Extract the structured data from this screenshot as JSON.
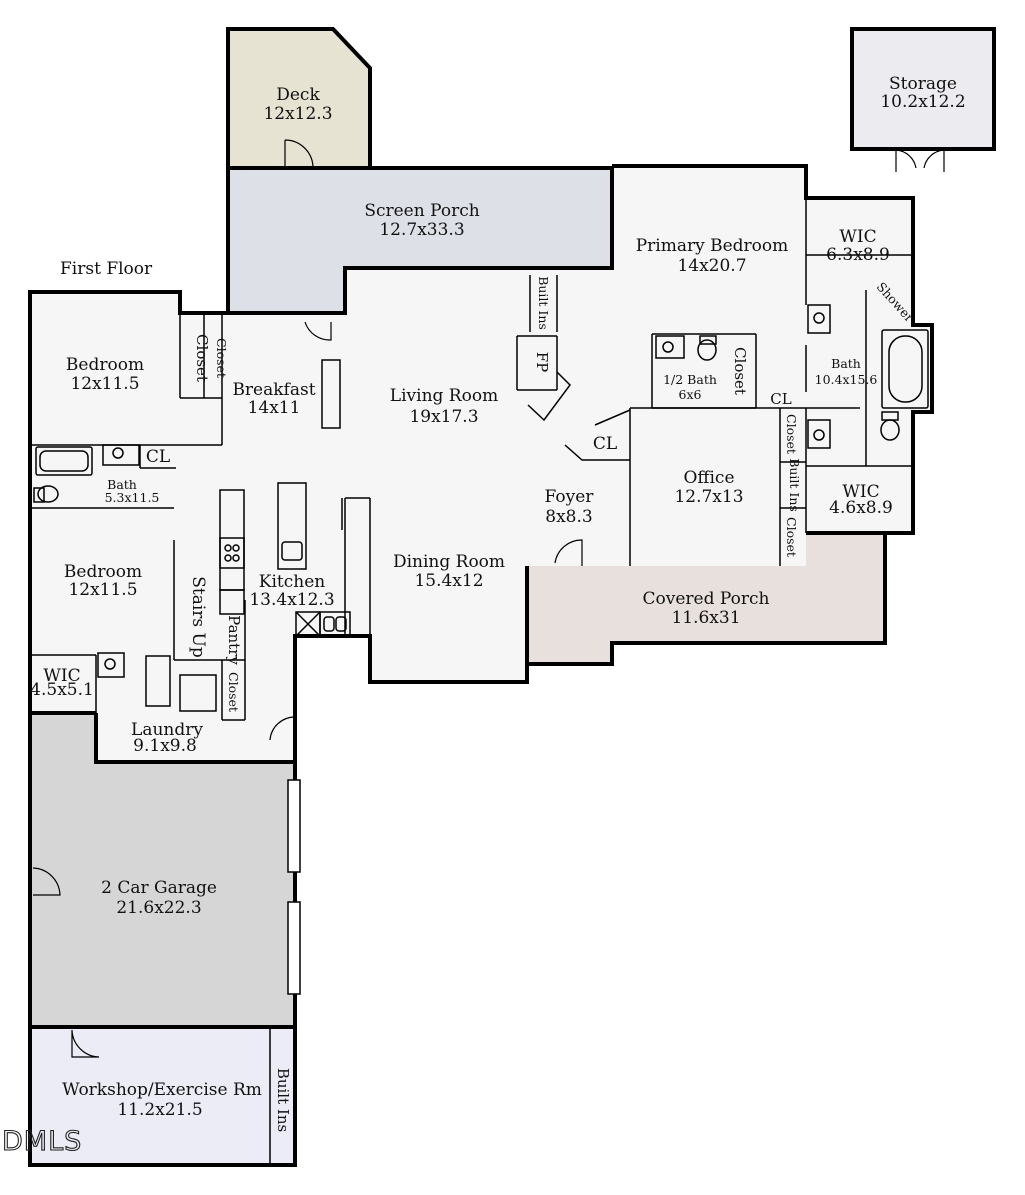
{
  "floor_title": "First Floor",
  "watermark": "DMLS",
  "colors": {
    "deck": "#e6e3d2",
    "screen_porch": "#dde0e7",
    "covered_porch": "#e8e0dc",
    "garage": "#d6d6d6",
    "workshop": "#ececf6",
    "interior": "#f6f6f6",
    "wall": "#000000"
  },
  "rooms": {
    "deck": {
      "name": "Deck",
      "dim": "12x12.3"
    },
    "storage": {
      "name": "Storage",
      "dim": "10.2x12.2"
    },
    "screen_porch": {
      "name": "Screen Porch",
      "dim": "12.7x33.3"
    },
    "primary_bedroom": {
      "name": "Primary Bedroom",
      "dim": "14x20.7"
    },
    "wic_top": {
      "name": "WIC",
      "dim": "6.3x8.9"
    },
    "shower": {
      "name": "Shower"
    },
    "bedroom_top": {
      "name": "Bedroom",
      "dim": "12x11.5"
    },
    "closet_a": {
      "name": "Closet"
    },
    "closet_b": {
      "name": "Closet"
    },
    "breakfast": {
      "name": "Breakfast",
      "dim": "14x11"
    },
    "built_ins_living": {
      "name": "Built Ins"
    },
    "fp": {
      "name": "FP"
    },
    "living_room": {
      "name": "Living Room",
      "dim": "19x17.3"
    },
    "half_bath": {
      "name": "1/2 Bath",
      "dim": "6x6"
    },
    "closet_primary": {
      "name": "Closet"
    },
    "primary_bath": {
      "name": "Bath",
      "dim": "10.4x15.6"
    },
    "cl_primary": {
      "name": "CL"
    },
    "closet_office": {
      "name": "Closet"
    },
    "cl_bath": {
      "name": "CL"
    },
    "bath": {
      "name": "Bath",
      "dim": "5.3x11.5"
    },
    "cl_foyer": {
      "name": "CL"
    },
    "office": {
      "name": "Office",
      "dim": "12.7x13"
    },
    "built_ins_office": {
      "name": "Built Ins"
    },
    "wic_right": {
      "name": "WIC",
      "dim": "4.6x8.9"
    },
    "foyer": {
      "name": "Foyer",
      "dim": "8x8.3"
    },
    "closet_office_b": {
      "name": "Closet"
    },
    "bedroom_bottom": {
      "name": "Bedroom",
      "dim": "12x11.5"
    },
    "stairs": {
      "name": "Stairs Up"
    },
    "kitchen": {
      "name": "Kitchen",
      "dim": "13.4x12.3"
    },
    "dining_room": {
      "name": "Dining Room",
      "dim": "15.4x12"
    },
    "covered_porch": {
      "name": "Covered Porch",
      "dim": "11.6x31"
    },
    "pantry": {
      "name": "Pantry"
    },
    "wic_left": {
      "name": "WIC",
      "dim": "4.5x5.1"
    },
    "closet_laundry": {
      "name": "Closet"
    },
    "laundry": {
      "name": "Laundry",
      "dim": "9.1x9.8"
    },
    "garage": {
      "name": "2 Car Garage",
      "dim": "21.6x22.3"
    },
    "workshop": {
      "name": "Workshop/Exercise Rm",
      "dim": "11.2x21.5"
    },
    "built_ins_workshop": {
      "name": "Built Ins"
    }
  }
}
